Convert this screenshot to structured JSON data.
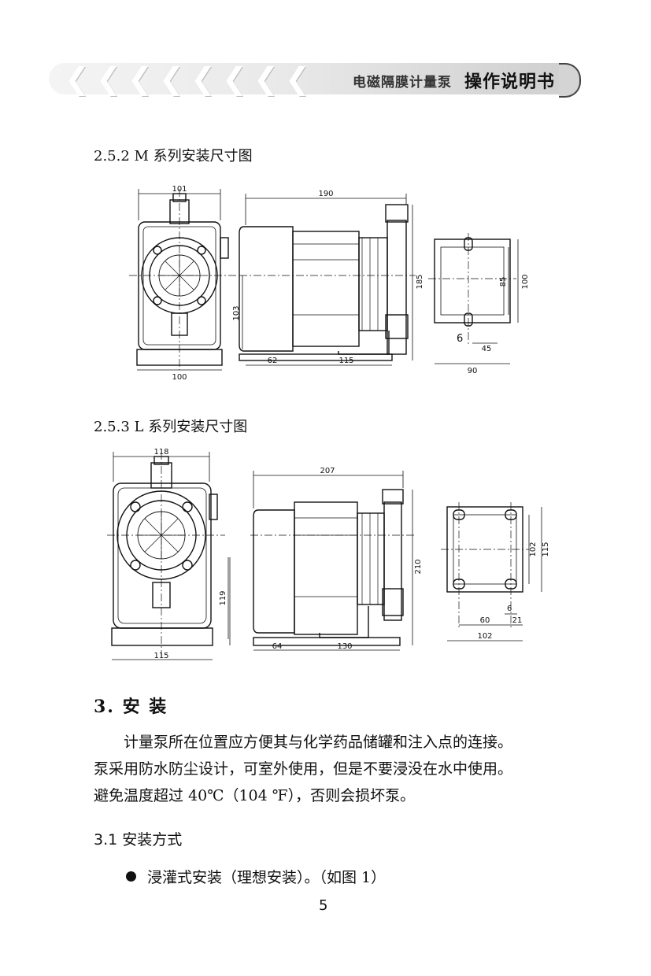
{
  "header": {
    "subtitle": "电磁隔膜计量泵",
    "title": "操作说明书"
  },
  "section_m": {
    "title": "2.5.2  M 系列安装尺寸图",
    "dims": {
      "front_width_top": "101",
      "front_width_bottom": "100",
      "front_height": "103",
      "side_length": "190",
      "side_height": "185",
      "side_base_left": "62",
      "side_base_right": "115",
      "base_inner_height": "85",
      "base_outer_height": "100",
      "base_slot": "6",
      "base_offset": "45",
      "base_width": "90"
    }
  },
  "section_l": {
    "title": "2.5.3  L 系列安装尺寸图",
    "dims": {
      "front_width_top": "118",
      "front_width_bottom": "115",
      "front_height": "119",
      "side_length": "207",
      "side_height": "210",
      "side_base_left": "64",
      "side_base_right": "130",
      "base_inner_height": "102",
      "base_outer_height": "115",
      "base_slot": "6",
      "base_offset": "60",
      "base_edge": "21",
      "base_width": "102"
    }
  },
  "install": {
    "heading": "3. 安  装",
    "paragraph_lines": [
      "计量泵所在位置应方便其与化学药品储罐和注入点的连接。",
      "泵采用防水防尘设计，可室外使用，但是不要浸没在水中使用。",
      "避免温度超过 40℃（104 ℉），否则会损坏泵。"
    ],
    "sub_heading": "3.1   安装方式",
    "bullet": "浸灌式安装（理想安装）。（如图 1）"
  },
  "page_number": "5",
  "icons": {
    "chevron": "chevron-left-icon",
    "bullet": "bullet-dot-icon"
  }
}
